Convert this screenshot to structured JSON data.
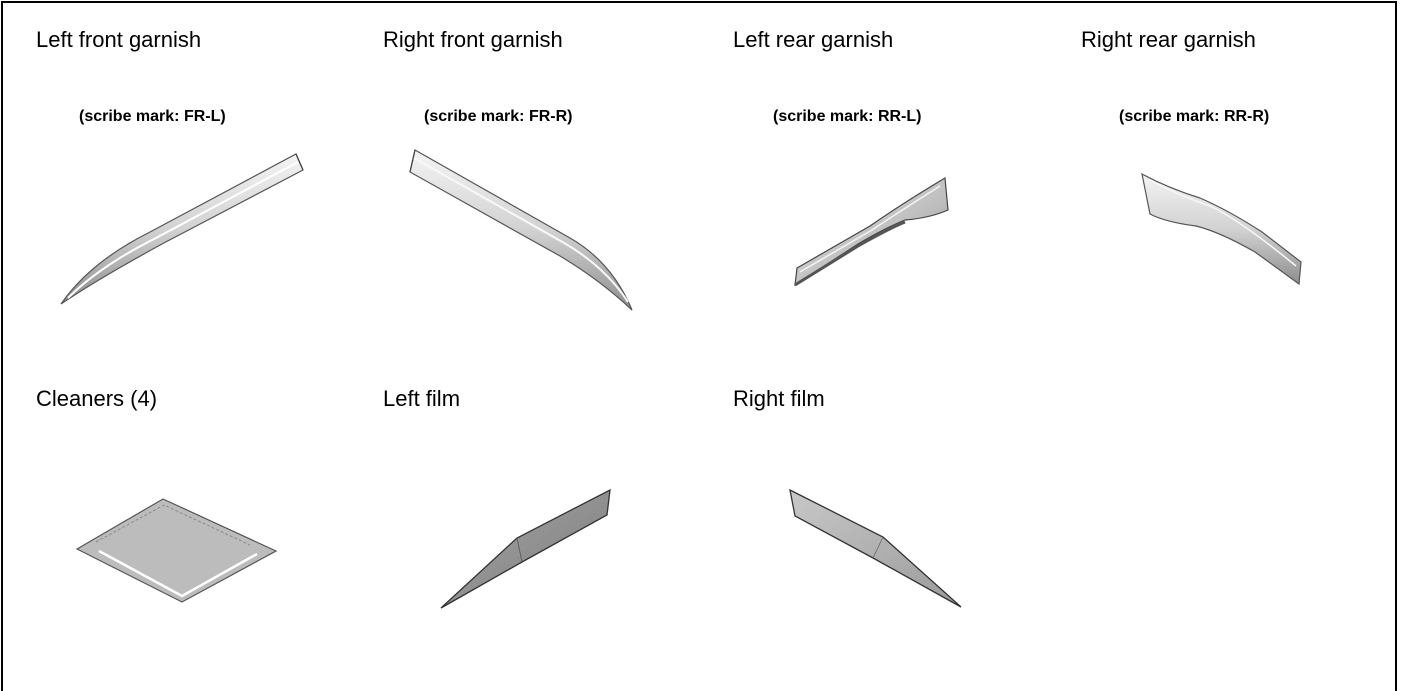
{
  "parts": [
    {
      "title": "Left front garnish",
      "mark": "(scribe mark: FR-L)",
      "icon": "left-front-garnish-icon"
    },
    {
      "title": "Right front garnish",
      "mark": "(scribe mark: FR-R)",
      "icon": "right-front-garnish-icon"
    },
    {
      "title": "Left rear garnish",
      "mark": "(scribe mark: RR-L)",
      "icon": "left-rear-garnish-icon"
    },
    {
      "title": "Right rear garnish",
      "mark": "(scribe mark: RR-R)",
      "icon": "right-rear-garnish-icon"
    },
    {
      "title": "Cleaners  (4)",
      "icon": "cleaner-pad-icon"
    },
    {
      "title": "Left film",
      "icon": "left-film-icon"
    },
    {
      "title": "Right film",
      "icon": "right-film-icon"
    }
  ]
}
